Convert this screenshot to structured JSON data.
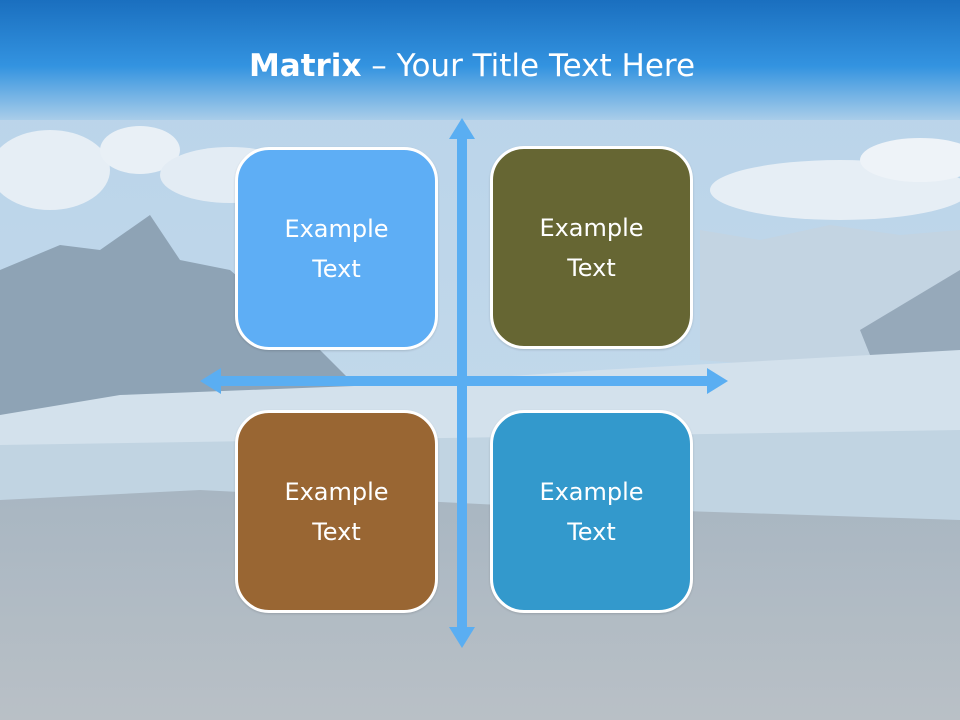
{
  "slide": {
    "title_bold": "Matrix",
    "title_rest": " – Your Title Text Here"
  },
  "colors": {
    "header_blue": "#2b86d4",
    "arrow_blue": "#5aaef2",
    "top_left": "#5eaef5",
    "top_right": "#666633",
    "bottom_left": "#996633",
    "bottom_right": "#3399cc"
  },
  "matrix": {
    "top_left": "Example\nText",
    "top_right": "Example\nText",
    "bottom_left": "Example\nText",
    "bottom_right": "Example\nText"
  }
}
